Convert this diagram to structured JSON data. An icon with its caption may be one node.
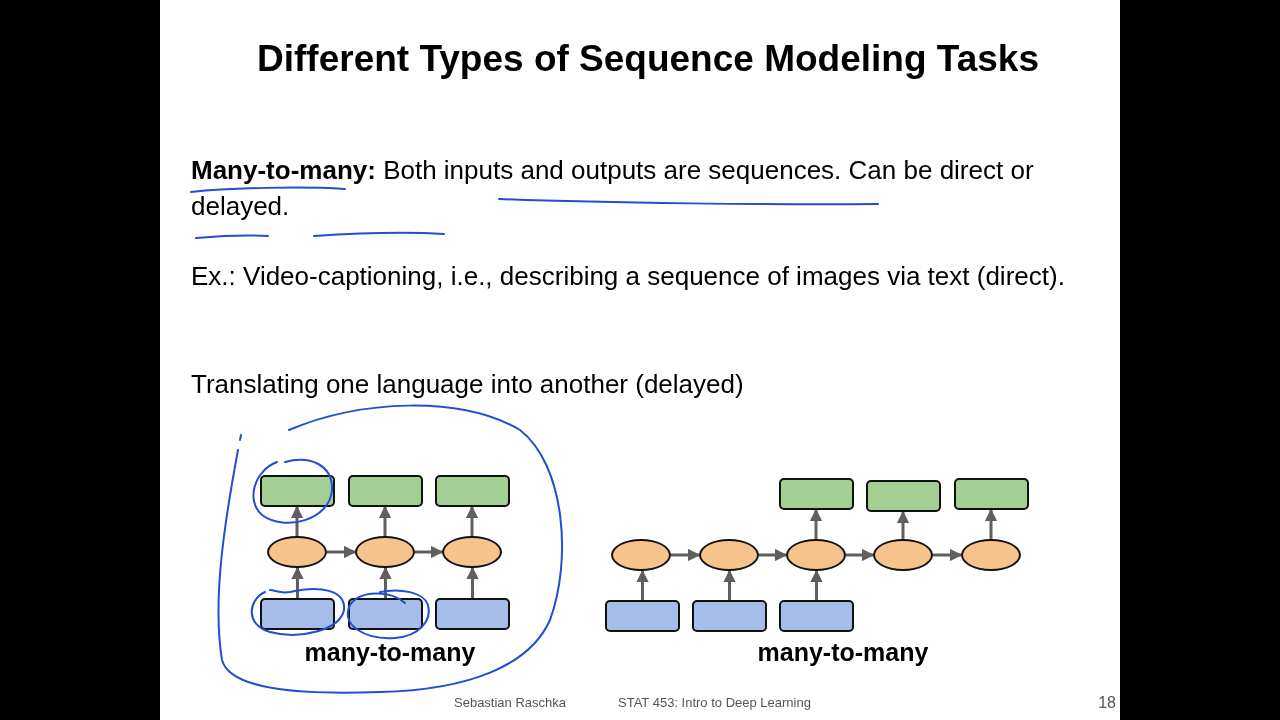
{
  "diagram": {
    "title": "Different Types of Sequence Modeling Tasks",
    "nodes": [
      {
        "text": [],
        "shape": "box"
      },
      {
        "text": [],
        "shape": "box"
      },
      {
        "text": [],
        "shape": "box"
      },
      {
        "text": [],
        "shape": "ellipse"
      },
      {
        "text": [],
        "shape": "ellipse"
      },
      {
        "text": [],
        "shape": "ellipse"
      },
      {
        "text": [],
        "shape": "box"
      },
      {
        "text": [],
        "shape": "box"
      },
      {
        "text": [],
        "shape": "box"
      },
      {
        "text": [],
        "shape": "box"
      },
      {
        "text": [],
        "shape": "box"
      },
      {
        "text": [],
        "shape": "box"
      },
      {
        "text": [],
        "shape": "ellipse"
      },
      {
        "text": [],
        "shape": "ellipse"
      },
      {
        "text": [],
        "shape": "ellipse"
      },
      {
        "text": [],
        "shape": "ellipse"
      },
      {
        "text": [],
        "shape": "ellipse"
      },
      {
        "text": [],
        "shape": "box"
      },
      {
        "text": [],
        "shape": "box"
      },
      {
        "text": [],
        "shape": "box"
      }
    ],
    "edges": [
      {
        "from": 6,
        "to": 3,
        "arrow": "to"
      },
      {
        "from": 7,
        "to": 4,
        "arrow": "to"
      },
      {
        "from": 8,
        "to": 5,
        "arrow": "to"
      },
      {
        "from": 3,
        "to": 4,
        "arrow": "to"
      },
      {
        "from": 4,
        "to": 5,
        "arrow": "to"
      },
      {
        "from": 3,
        "to": 0,
        "arrow": "to"
      },
      {
        "from": 4,
        "to": 1,
        "arrow": "to"
      },
      {
        "from": 5,
        "to": 2,
        "arrow": "to"
      },
      {
        "from": 17,
        "to": 12,
        "arrow": "to"
      },
      {
        "from": 18,
        "to": 13,
        "arrow": "to"
      },
      {
        "from": 19,
        "to": 14,
        "arrow": "to"
      },
      {
        "from": 12,
        "to": 13,
        "arrow": "to"
      },
      {
        "from": 13,
        "to": 14,
        "arrow": "to"
      },
      {
        "from": 14,
        "to": 15,
        "arrow": "to"
      },
      {
        "from": 15,
        "to": 16,
        "arrow": "to"
      },
      {
        "from": 14,
        "to": 9,
        "arrow": "to"
      },
      {
        "from": 15,
        "to": 10,
        "arrow": "to"
      },
      {
        "from": 16,
        "to": 11,
        "arrow": "to"
      }
    ],
    "labels": [
      "**Many-to-many:** Both inputs and outputs are sequences. Can be direct or delayed.",
      "Ex.: Video-captioning, i.e., describing a sequence of images via text (direct).",
      "Translating one language into another (delayed)",
      "many-to-many",
      "many-to-many",
      "Sebastian Raschka",
      "STAT 453: Intro to Deep Learning",
      "18"
    ]
  }
}
